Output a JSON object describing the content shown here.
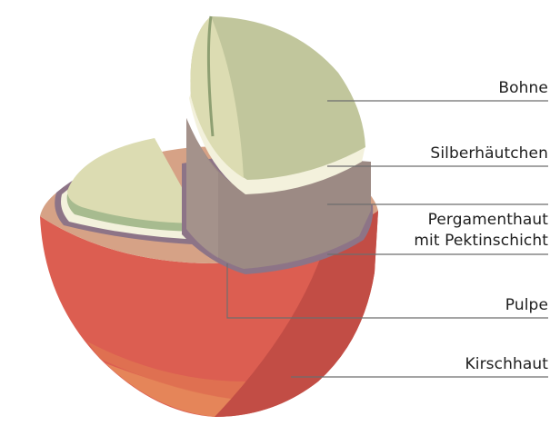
{
  "diagram": {
    "subject": "coffee cherry cross-section",
    "labels": [
      {
        "id": "bohne",
        "text": "Bohne"
      },
      {
        "id": "silberhaeutchen",
        "text": "Silberhäutchen"
      },
      {
        "id": "pergamenthaut_line1",
        "text": "Pergamenthaut"
      },
      {
        "id": "pergamenthaut_line2",
        "text": "mit Pektinschicht"
      },
      {
        "id": "pulpe",
        "text": "Pulpe"
      },
      {
        "id": "kirschhaut",
        "text": "Kirschhaut"
      }
    ],
    "colors": {
      "bean_light": "#dcdcb2",
      "bean_dark": "#c1c69c",
      "bean_green_band": "#a7bb8f",
      "silver_skin": "#f3f1dc",
      "parchment": "#9c8a84",
      "pectin": "#8d7487",
      "pulp": "#d6a286",
      "cherry_skin": "#dc5e51",
      "cherry_skin_shadow": "#c24d45",
      "cherry_bottom": "#e58a5a",
      "leader_line": "#6e6e6e"
    }
  }
}
